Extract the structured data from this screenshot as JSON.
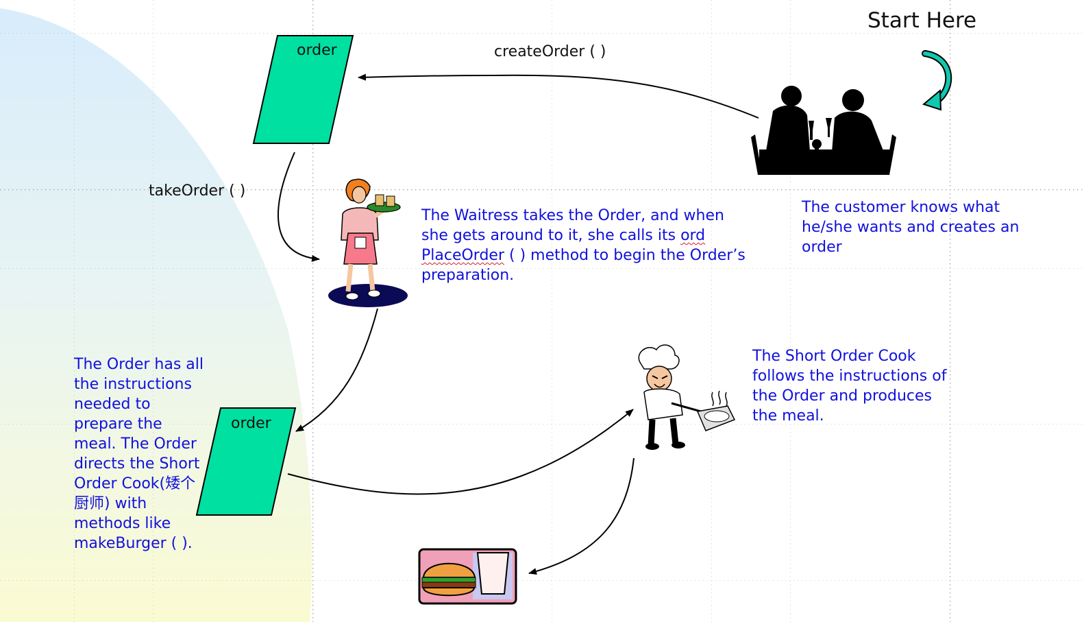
{
  "slide": {
    "start_label": "Start Here",
    "edge_labels": {
      "create_order": "createOrder ( )",
      "take_order": "takeOrder ( )"
    },
    "nodes": {
      "order_top": "order",
      "order_bottom": "order"
    },
    "notes": {
      "customer": "The customer knows what he/she wants and creates an order",
      "waitress_part1": "The Waitress takes the Order, and when she gets around to it, she calls its ",
      "waitress_squiggle1": "ord",
      "waitress_squiggle2": "PlaceOrder",
      "waitress_part2": " ( ) method to begin the Order’s preparation.",
      "order": "The Order has all the instructions needed to prepare the meal. The Order directs the Short Order Cook(矮个厨师) with methods like makeBurger ( ).",
      "cook": "The Short Order Cook follows the instructions of the Order and produces the meal."
    },
    "colors": {
      "order_fill": "#00e0a0",
      "note_text": "#1010dd",
      "arrow": "#000000",
      "grid_dots": "#a0a0a0",
      "glow_blue": "#d8ecfb",
      "glow_yellow": "#fbfbd2",
      "teal_arrow": "#10c8b0",
      "rug": "#0a0a55"
    },
    "icons": [
      "diners-silhouette-icon",
      "curved-arrow-icon",
      "waitress-icon",
      "chef-icon",
      "burger-meal-icon"
    ]
  }
}
